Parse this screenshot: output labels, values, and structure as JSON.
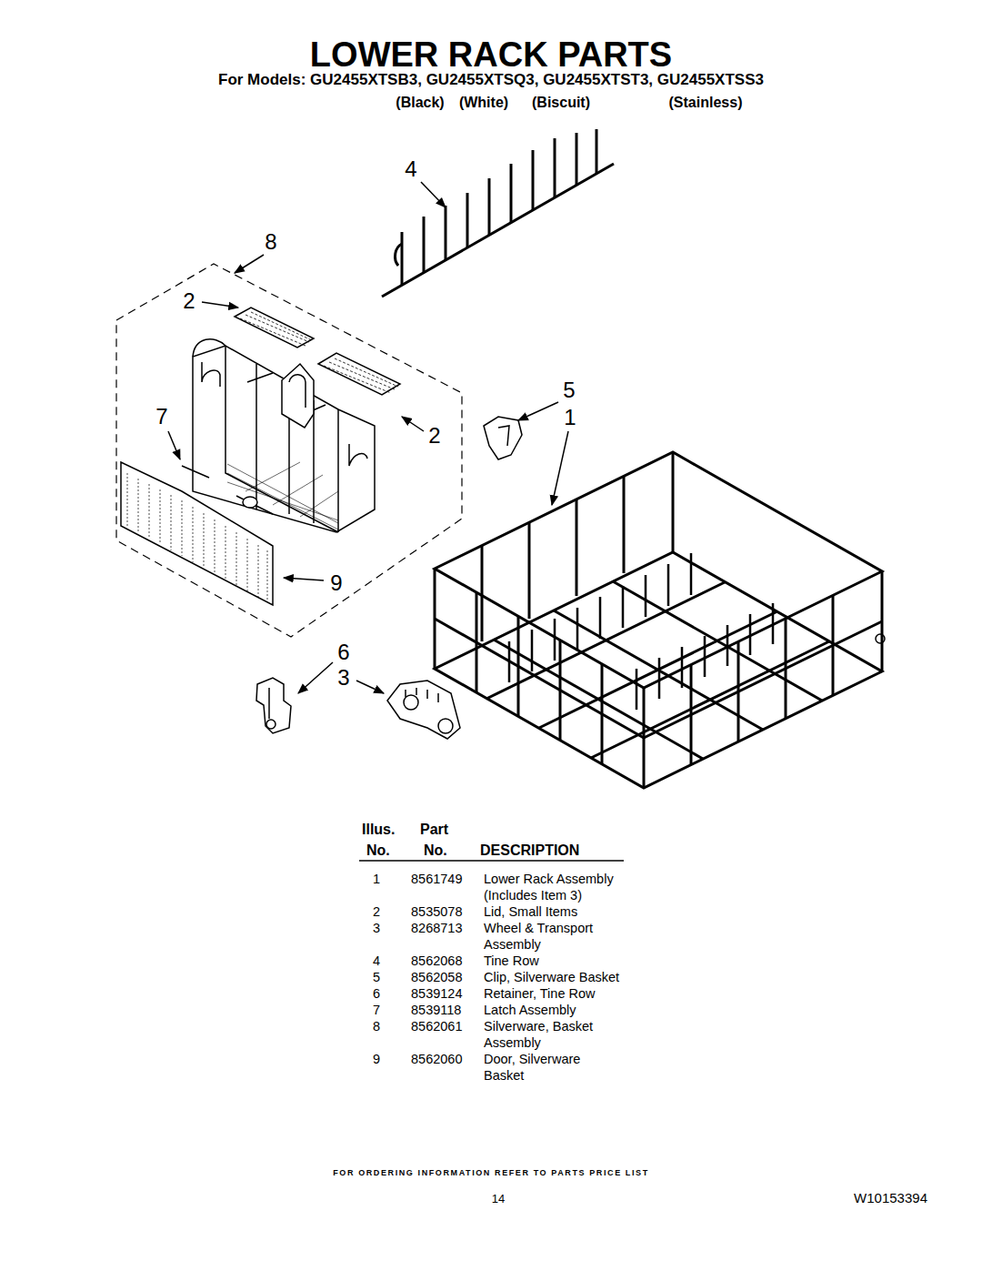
{
  "diagram": {
    "title": "LOWER RACK PARTS",
    "labels": [
      "For Models: GU2455XTSB3, GU2455XTSQ3, GU2455XTST3, GU2455XTSS3",
      "(Black)",
      "(White)",
      "(Biscuit)",
      "(Stainless)",
      "4",
      "8",
      "2",
      "5",
      "7",
      "2",
      "1",
      "9",
      "6",
      "3",
      "Illus.",
      "Part",
      "No.",
      "No.",
      "DESCRIPTION",
      "1",
      "8561749",
      "Lower Rack Assembly (Includes Item 3)",
      "2",
      "8535078",
      "Lid, Small Items",
      "3",
      "8268713",
      "Wheel & Transport Assembly",
      "4",
      "8562068",
      "Tine Row",
      "5",
      "8562058",
      "Clip, Silverware Basket",
      "6",
      "8539124",
      "Retainer, Tine Row",
      "7",
      "8539118",
      "Latch Assembly",
      "8",
      "8562061",
      "Silverware, Basket Assembly",
      "9",
      "8562060",
      "Door, Silverware Basket",
      "FOR ORDERING INFORMATION REFER TO PARTS PRICE LIST",
      "14",
      "W10153394"
    ]
  }
}
